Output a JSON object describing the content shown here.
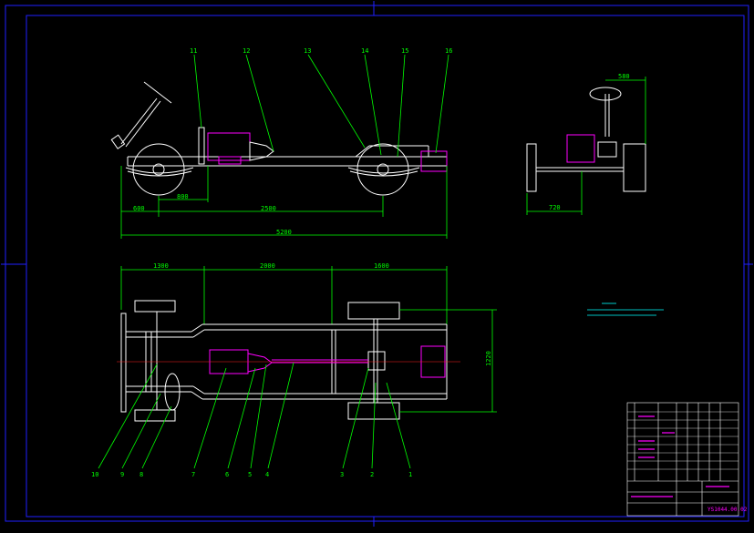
{
  "colors": {
    "background": "#000000",
    "frame": "#2020ff",
    "geometry": "#ffffff",
    "dimension": "#00ff00",
    "component": "#ff00ff",
    "centerline": "#ff2020",
    "note": "#00ffff"
  },
  "side_view": {
    "dims": {
      "d600": "600",
      "d800": "800",
      "d2500": "2500",
      "d5200": "5200"
    },
    "labels": {
      "l11": "11",
      "l12": "12",
      "l13": "13",
      "l14": "14",
      "l15": "15",
      "l16": "16"
    }
  },
  "end_view": {
    "dims": {
      "d580": "580",
      "d720": "720"
    }
  },
  "plan_view": {
    "dims": {
      "d1300": "1300",
      "d2000": "2000",
      "d1600": "1600",
      "d1220": "1220"
    },
    "labels": {
      "l10": "10",
      "l9": "9",
      "l8": "8",
      "l7": "7",
      "l6": "6",
      "l5": "5",
      "l4": "4",
      "l3": "3",
      "l2": "2",
      "l1": "1"
    }
  },
  "title_block": {
    "drawing_no": "YS1044.00.02"
  }
}
